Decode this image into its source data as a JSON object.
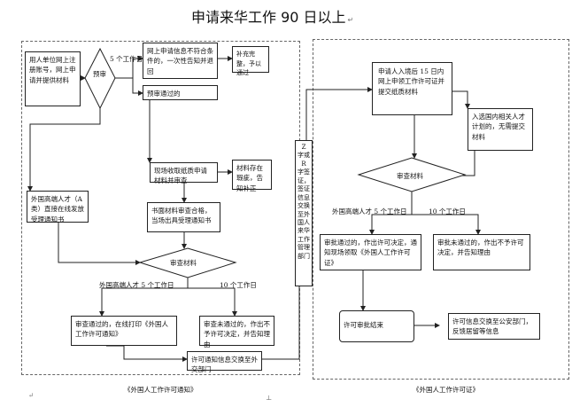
{
  "title": "申请来华工作 90 日以上",
  "title_mark": "↵",
  "left": {
    "apply_box": "用人单位网上注册账号，网上申请并提供材料",
    "review_diamond": "预审",
    "label_5days": "5 个工作日",
    "fail_box": "网上申请信息不符合条件的，一次性告知并退回",
    "supplement_box": "补充完整，予以通过",
    "pass_box": "预审通过的",
    "collect_box": "现场收取纸质申请材料并审查",
    "incomplete_box": "材料存在瑕疵，告知补正",
    "talent_box": "外国高端人才（A类）直接在线发放受理通知书",
    "accept_box": "书面材料审查合格，当场出具受理通知书",
    "review_materials_diamond": "审查材料",
    "label_talent_5": "外国高端人才 5 个工作日",
    "label_10": "10 个工作日",
    "approved_box": "审查通过的，在线打印《外国人工作许可通知》",
    "rejected_box": "审查未通过的，作出不予许可决定，并告知理由",
    "exchange_box": "许可通知信息交换至外交部门",
    "caption": "《外国人工作许可通知》"
  },
  "middle": {
    "visa_box": "Z 字或 R 字签证，签证信息交换至外国人来华工作管理部门"
  },
  "right": {
    "entry_box": "申请人入境后 15 日内网上申领工作许可证并提交纸质材料",
    "plan_box": "入选国内相关人才计划的，无需提交材料",
    "review_diamond": "审查材料",
    "label_talent_5": "外国高端人才 5 个工作日",
    "label_10": "10 个工作日",
    "approved_box": "审批通过的，作出许可决定，通知现场领取《外国人工作许可证》",
    "rejected_box": "审批未通过的，作出不予许可决定，并告知理由",
    "end_box": "许可审批结束",
    "exchange_box": "许可信息交换至公安部门，反馈居留等信息",
    "caption": "《外国人工作许可证》"
  },
  "footer_mark_left": "↵",
  "footer_mark_mid": "⊥"
}
